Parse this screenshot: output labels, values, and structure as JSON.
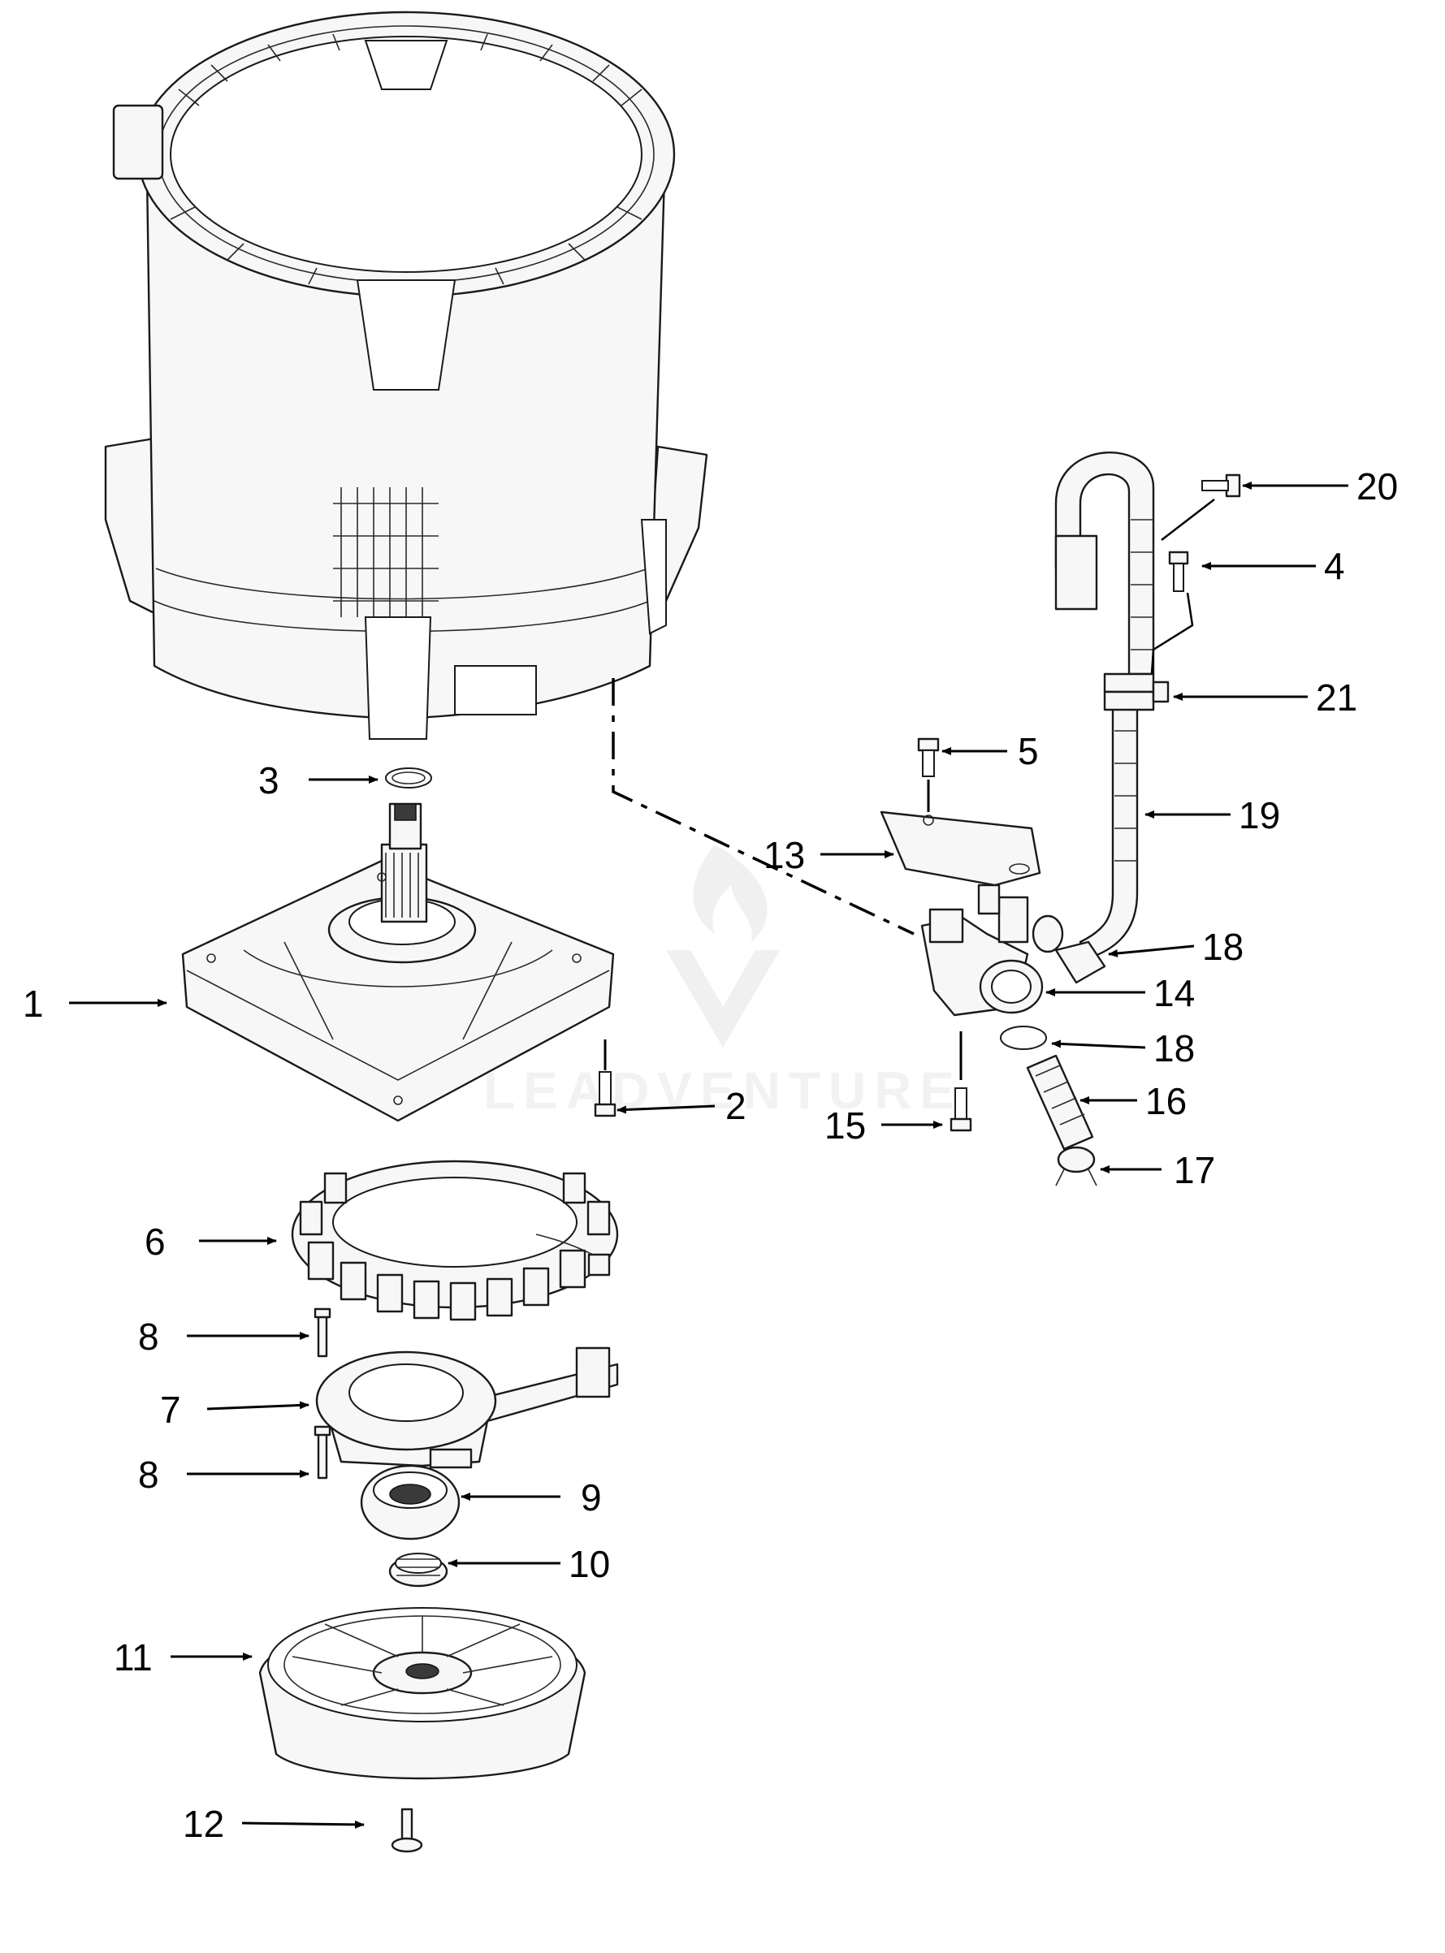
{
  "watermark": {
    "text": "LEADVENTURE"
  },
  "callouts": [
    {
      "id": "1",
      "label": "1"
    },
    {
      "id": "2",
      "label": "2"
    },
    {
      "id": "3",
      "label": "3"
    },
    {
      "id": "4",
      "label": "4"
    },
    {
      "id": "5",
      "label": "5"
    },
    {
      "id": "6",
      "label": "6"
    },
    {
      "id": "7",
      "label": "7"
    },
    {
      "id": "8a",
      "label": "8"
    },
    {
      "id": "8b",
      "label": "8"
    },
    {
      "id": "9",
      "label": "9"
    },
    {
      "id": "10",
      "label": "10"
    },
    {
      "id": "11",
      "label": "11"
    },
    {
      "id": "12",
      "label": "12"
    },
    {
      "id": "13",
      "label": "13"
    },
    {
      "id": "14",
      "label": "14"
    },
    {
      "id": "15",
      "label": "15"
    },
    {
      "id": "16",
      "label": "16"
    },
    {
      "id": "17",
      "label": "17"
    },
    {
      "id": "18a",
      "label": "18"
    },
    {
      "id": "18b",
      "label": "18"
    },
    {
      "id": "19",
      "label": "19"
    },
    {
      "id": "20",
      "label": "20"
    },
    {
      "id": "21",
      "label": "21"
    }
  ]
}
